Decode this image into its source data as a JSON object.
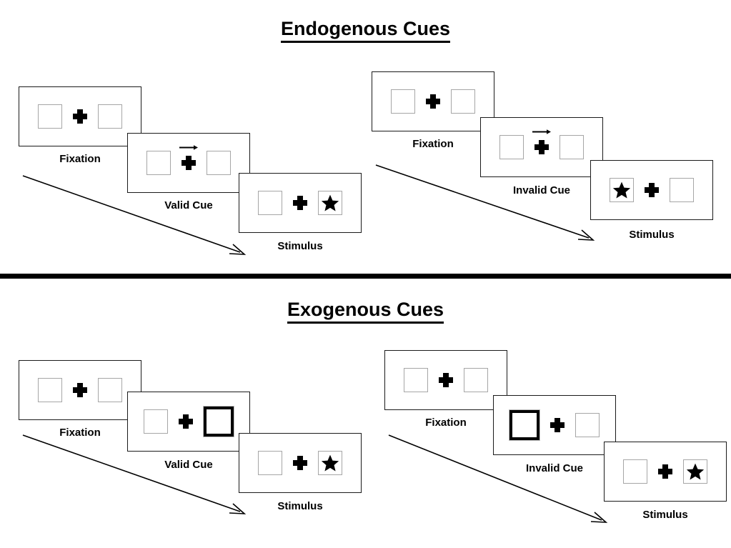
{
  "sections": [
    {
      "title": "Endogenous Cues",
      "panels": [
        {
          "condition": "valid",
          "frames": [
            {
              "label": "Fixation",
              "left_content": "empty",
              "right_content": "empty",
              "cue": "none",
              "arrow": false
            },
            {
              "label": "Valid Cue",
              "left_content": "empty",
              "right_content": "empty",
              "cue": "arrow-right",
              "arrow": true
            },
            {
              "label": "Stimulus",
              "left_content": "empty",
              "right_content": "star",
              "cue": "none",
              "arrow": false
            }
          ]
        },
        {
          "condition": "invalid",
          "frames": [
            {
              "label": "Fixation",
              "left_content": "empty",
              "right_content": "empty",
              "cue": "none",
              "arrow": false
            },
            {
              "label": "Invalid Cue",
              "left_content": "empty",
              "right_content": "empty",
              "cue": "arrow-right",
              "arrow": true
            },
            {
              "label": "Stimulus",
              "left_content": "star",
              "right_content": "empty",
              "cue": "none",
              "arrow": false
            }
          ]
        }
      ]
    },
    {
      "title": "Exogenous Cues",
      "panels": [
        {
          "condition": "valid",
          "frames": [
            {
              "label": "Fixation",
              "left_content": "empty",
              "right_content": "empty",
              "cue": "none",
              "arrow": false
            },
            {
              "label": "Valid Cue",
              "left_content": "empty",
              "right_content": "cued",
              "cue": "right-box",
              "arrow": false
            },
            {
              "label": "Stimulus",
              "left_content": "empty",
              "right_content": "star",
              "cue": "none",
              "arrow": false
            }
          ]
        },
        {
          "condition": "invalid",
          "frames": [
            {
              "label": "Fixation",
              "left_content": "empty",
              "right_content": "empty",
              "cue": "none",
              "arrow": false
            },
            {
              "label": "Invalid Cue",
              "left_content": "cued",
              "right_content": "empty",
              "cue": "left-box",
              "arrow": false
            },
            {
              "label": "Stimulus",
              "left_content": "empty",
              "right_content": "star",
              "cue": "none",
              "arrow": false
            }
          ]
        }
      ]
    }
  ],
  "labels": {
    "endogenous_title": "Endogenous Cues",
    "exogenous_title": "Exogenous Cues",
    "fixation": "Fixation",
    "valid_cue": "Valid Cue",
    "invalid_cue": "Invalid Cue",
    "stimulus": "Stimulus"
  },
  "colors": {
    "ink": "#000000",
    "frame_border": "#1a1a1a",
    "box_border": "#a6a6a6",
    "cued_box_border": "#000000",
    "background": "#ffffff"
  },
  "icons": {
    "fixation_cross": "fixation-cross-icon",
    "cue_arrow": "cue-arrow-right-icon",
    "target_star": "star-icon",
    "timeline_arrow": "timeline-arrow-icon"
  }
}
